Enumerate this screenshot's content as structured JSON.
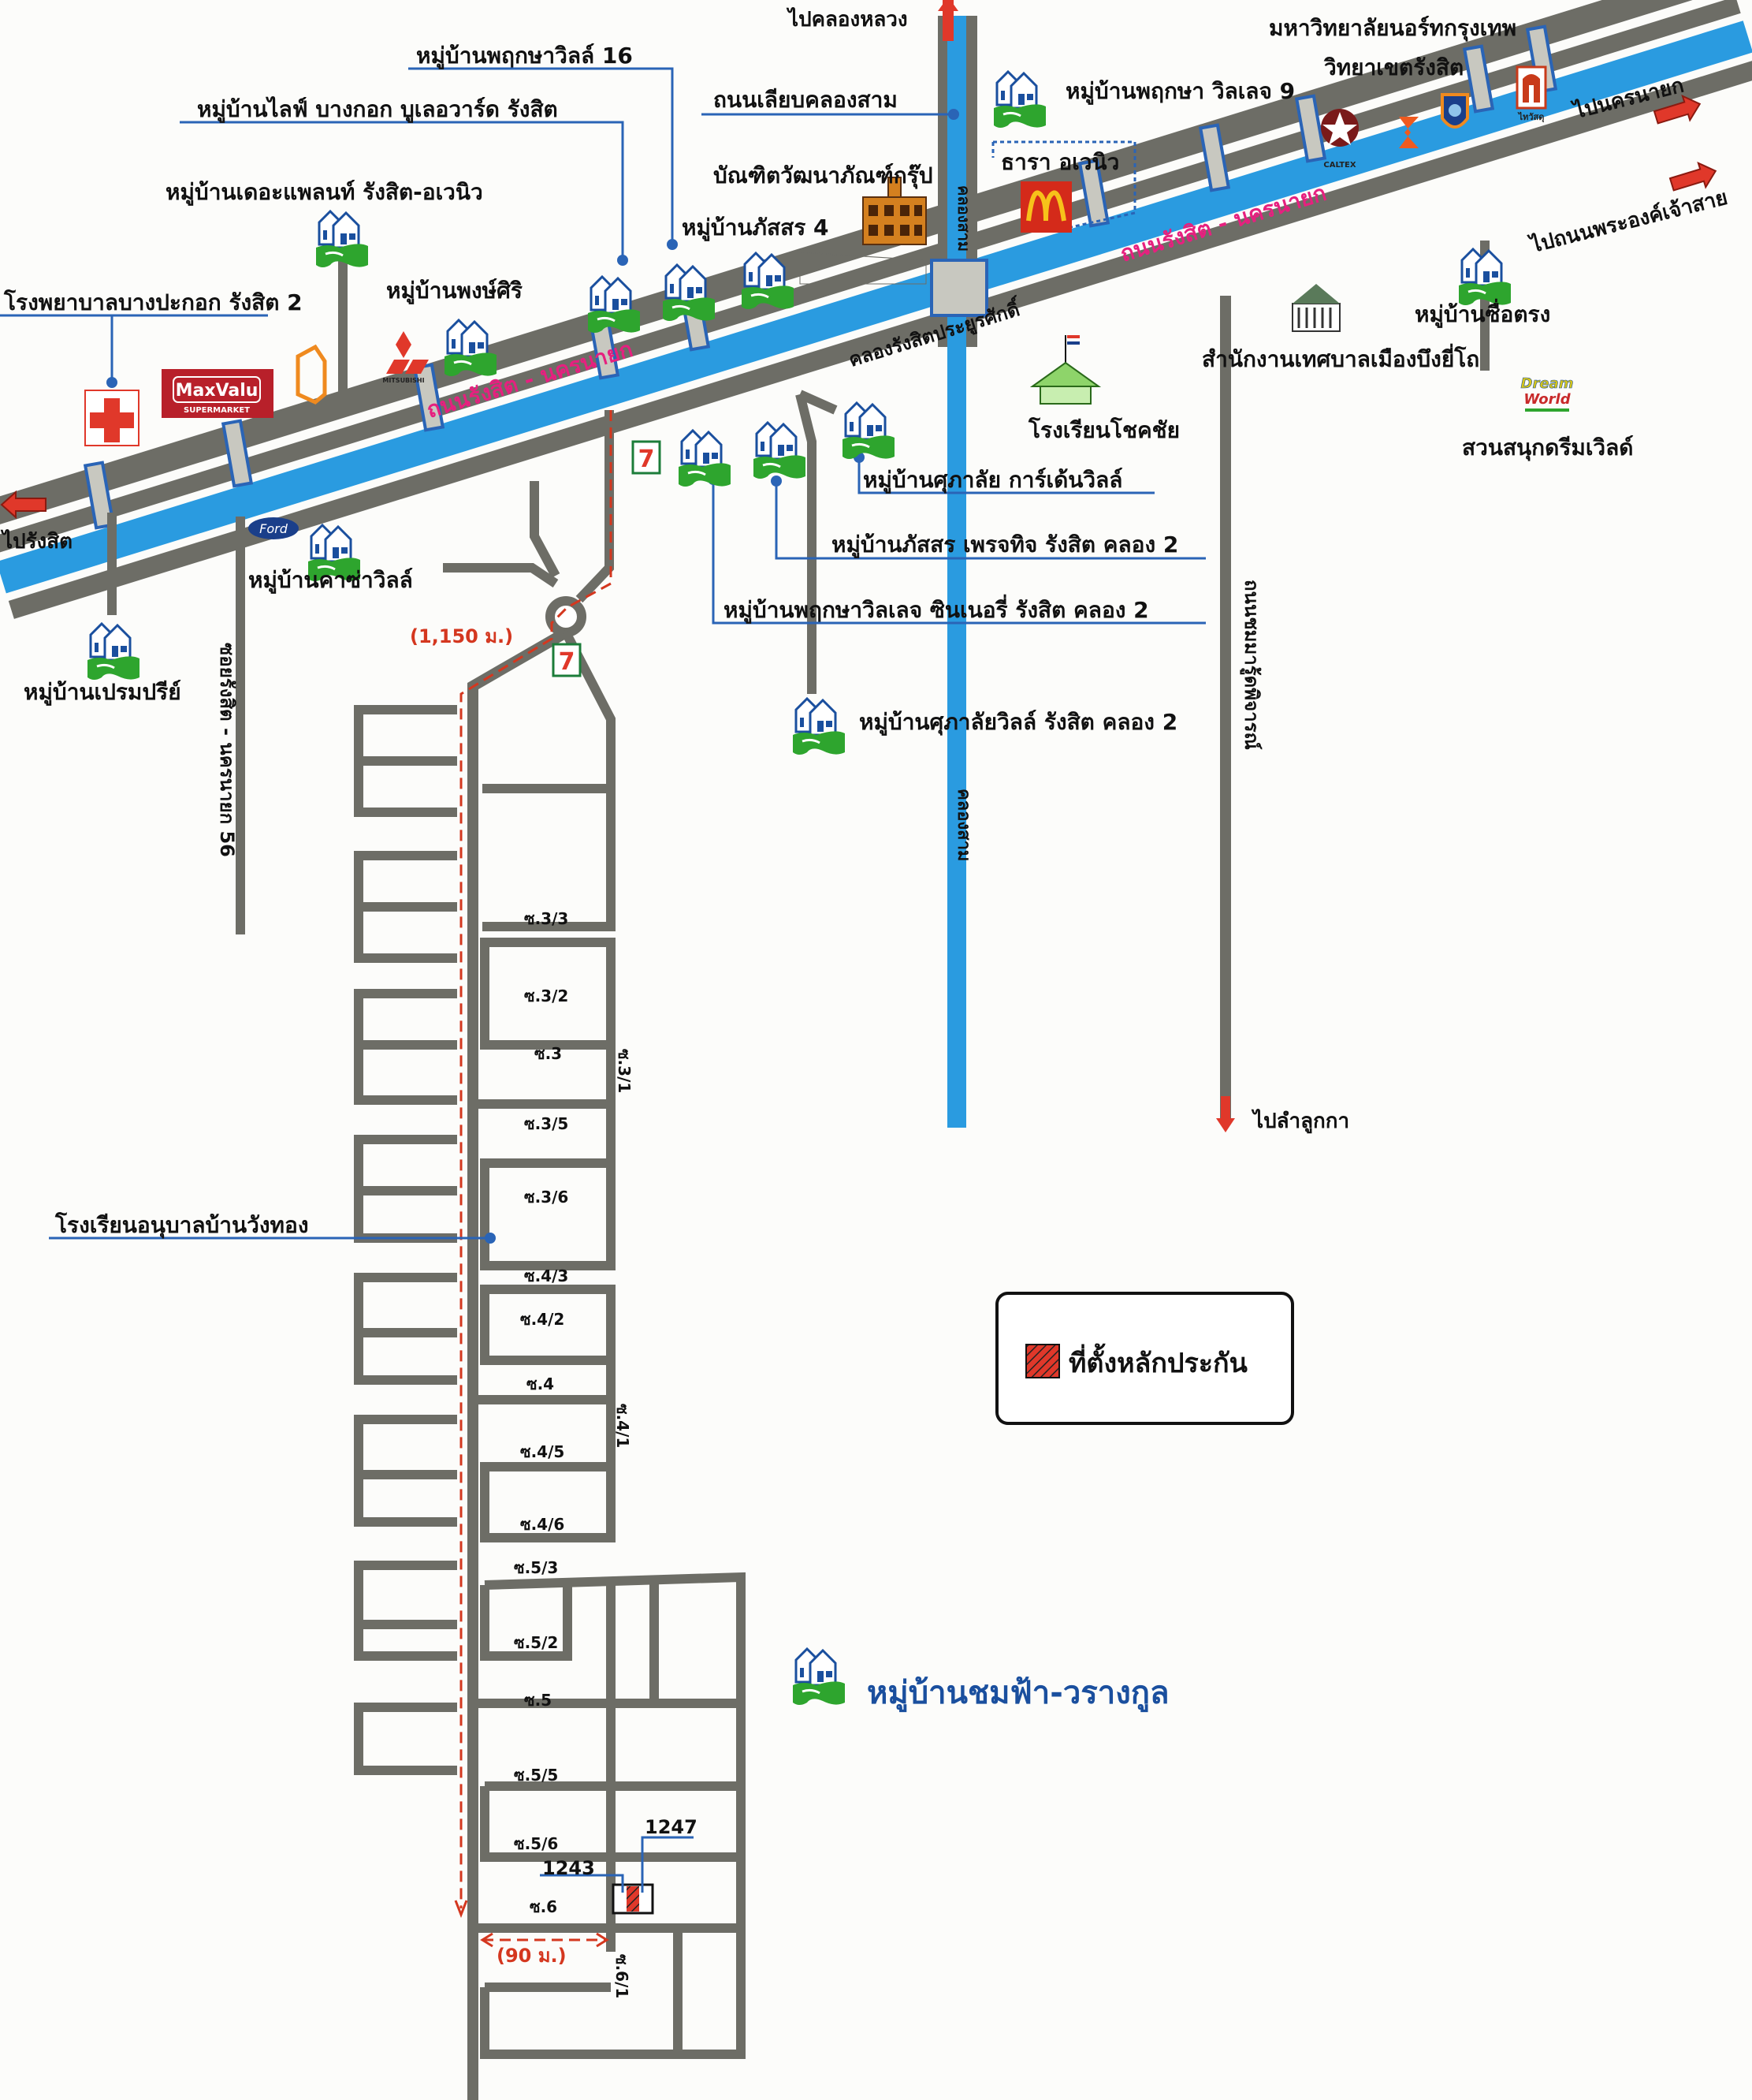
{
  "map": {
    "title_village": "หมู่บ้านชมฟ้า-วรางกูล",
    "legend": {
      "label": "ที่ตั้งหลักประกัน",
      "marker_color": "#e0382a"
    },
    "directions": {
      "to_khlong_luang": "ไปคลองหลวง",
      "to_nakhon_nayok": "ไปนครนายก",
      "to_phra_ong_chao_sai": "ไปถนนพระองค์เจ้าสาย",
      "to_rangsit": "ไปรังสิต",
      "to_lam_luk_ka": "ไปลำลูกกา"
    },
    "roads": {
      "main_road": "ถนนรังสิต - นครนายก",
      "main_road_2": "ถนนรังสิต - นครนายก",
      "canal_rangsit": "คลองรังสิตประยูรศักดิ์",
      "canal_sam": "คลองสาม",
      "canal_sam_top": "คลองสาม",
      "road_along_khlong_sam": "ถนนเลียบคลองสาม",
      "soi_56": "ซอยรังสิต - นครนายก 56",
      "chom_road": "ถนนชมมารู้ดพิจารณ์"
    },
    "places": {
      "hospital": "โรงพยาบาลบางปะกอก รังสิต 2",
      "the_plant": "หมู่บ้านเดอะแพลนท์ รังสิต-อเวนิว",
      "life_bangkok": "หมู่บ้านไลฟ์ บางกอก บูเลอวาร์ด รังสิต",
      "pruksa_16": "หมู่บ้านพฤกษาวิลล์ 16",
      "bundit": "บัณฑิตวัฒนาภัณฑ์กรุ๊ป",
      "passorn_4": "หมู่บ้านภัสสร 4",
      "pongsiri": "หมู่บ้านพงษ์ศิริ",
      "pruksa_village_9": "หมู่บ้านพฤกษา วิลเลจ 9",
      "thara_avenue": "ธารา อเวนิว",
      "north_bangkok_univ_1": "มหาวิทยาลัยนอร์ทกรุงเทพ",
      "north_bangkok_univ_2": "วิทยาเขตรังสิต",
      "sue_trong": "หมู่บ้านซื่อตรง",
      "municipality": "สำนักงานเทศบาลเมืองบึงยี่โถ",
      "chokchai_school": "โรงเรียนโชคชัย",
      "dreamworld": "สวนสนุกดรีมเวิลด์",
      "supalai_garden": "หมู่บ้านศุภาลัย การ์เด้นวิลล์",
      "passorn_prestige": "หมู่บ้านภัสสร เพรจทิจ รังสิต คลอง 2",
      "pruksa_sinnery": "หมู่บ้านพฤกษาวิลเลจ ซินเนอรี่ รังสิต คลอง 2",
      "supalai_ville": "หมู่บ้านศุภาลัยวิลล์ รังสิต คลอง 2",
      "casa_ville": "หมู่บ้านคาซ่าวิลล์",
      "prem_pree": "หมู่บ้านเปรมปรีย์",
      "kindergarten": "โรงเรียนอนุบาลบ้านวังทอง"
    },
    "logos": {
      "maxvalu": "MaxValu",
      "maxvalu_sub": "SUPERMARKET",
      "caltex": "CALTEX",
      "thaiwatsadu": "ไทวัสดุ",
      "dream": "Dream",
      "world": "World",
      "mitsubishi": "MITSUBISHI",
      "ford": "Ford",
      "seven": "7"
    },
    "distances": {
      "main": "(1,150 ม.)",
      "last": "(90 ม.)"
    },
    "sois": {
      "s33": "ซ.3/3",
      "s32": "ซ.3/2",
      "s3": "ซ.3",
      "s31": "ซ.3/1",
      "s35": "ซ.3/5",
      "s36": "ซ.3/6",
      "s43": "ซ.4/3",
      "s42": "ซ.4/2",
      "s4": "ซ.4",
      "s41": "ซ.4/1",
      "s45": "ซ.4/5",
      "s46": "ซ.4/6",
      "s53": "ซ.5/3",
      "s52": "ซ.5/2",
      "s5": "ซ.5",
      "s55": "ซ.5/5",
      "s56": "ซ.5/6",
      "s6": "ซ.6",
      "s61": "ซ.6/1"
    },
    "plots": {
      "p1243": "1243",
      "p1247": "1247"
    },
    "colors": {
      "road": "#6d6d66",
      "canal": "#2a9be0",
      "leader": "#2a64b6",
      "accent_red": "#d4371f",
      "road_label_pink": "#e6207f",
      "village_title_blue": "#1a4f9e"
    }
  }
}
